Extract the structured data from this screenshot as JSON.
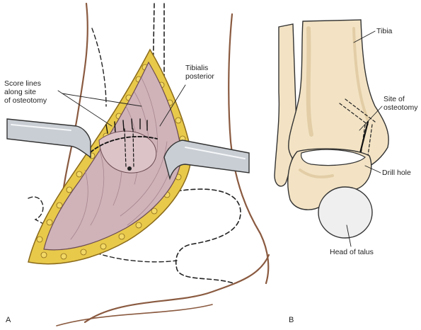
{
  "panels": {
    "a": "A",
    "b": "B"
  },
  "labels_a": {
    "score_lines": "Score lines\nalong site\nof osteotomy",
    "tibialis": "Tibialis\nposterior"
  },
  "labels_b": {
    "tibia": "Tibia",
    "site": "Site of\nosteotomy",
    "drill": "Drill hole",
    "head": "Head of talus"
  },
  "colors": {
    "bone": "#f3e3c4",
    "bone_shadow": "#e2cda6",
    "talus_head": "#efefef",
    "tissue": "#cfb3b9",
    "tissue_dark": "#a9858f",
    "fat": "#e8c94a",
    "retractor": "#c9ced4",
    "skin_line": "#8a5a40"
  }
}
